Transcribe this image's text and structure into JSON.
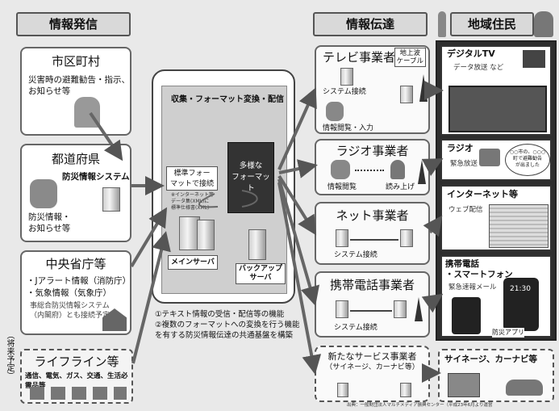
{
  "headers": {
    "sender": "情報発信",
    "transmission": "情報伝達",
    "residents": "地域住民"
  },
  "municipality": {
    "title": "市区町村",
    "text": "災害時の避難勧告・指示、\nお知らせ等"
  },
  "prefecture": {
    "title": "都道府県",
    "system": "防災情報システム",
    "text": "防災情報・\nお知らせ等"
  },
  "ministry": {
    "title": "中央省庁等",
    "items": [
      "・Jアラート情報（消防庁）",
      "・気象情報（気象庁）"
    ],
    "note": "事総合防災情報システム\n（内閣府）とも接続予定"
  },
  "lifeline": {
    "title": "ライフライン等",
    "text": "通信、電気、ガス、交通、生活必需品等"
  },
  "future_label": "（将来予定）",
  "hub": {
    "title": "収集・フォーマット変換・配信",
    "standard": "標準フォー\nマットで接続",
    "standard_note": "※インターネット等\nデータ集(XML)に\n標準仕様書(XML)",
    "multi": "多様な\nフォーマット",
    "main_server": "メインサーバ",
    "backup_server": "バックアップ\nサーバ",
    "notes": [
      "①テキスト情報の受信・配信等の機能",
      "②複数のフォーマットへの変換を行う機能",
      "を有する防災情報伝達の共通基盤を構築"
    ]
  },
  "carriers": {
    "tv": {
      "title": "テレビ事業者",
      "tag": "地上波\nケーブル",
      "system": "システム接続",
      "action": "情報閲覧・入力"
    },
    "radio": {
      "title": "ラジオ事業者",
      "view": "情報閲覧",
      "read": "読み上げ"
    },
    "net": {
      "title": "ネット事業者",
      "system": "システム接続"
    },
    "mobile": {
      "title": "携帯電話事業者",
      "system": "システム接続"
    },
    "new": {
      "title": "新たなサービス事業者",
      "sub": "（サイネージ、カーナビ等）"
    }
  },
  "residents": {
    "tv": {
      "title": "デジタルTV",
      "sub": "データ放送 など"
    },
    "radio": {
      "title": "ラジオ",
      "sub": "緊急放送",
      "bubble": "○○市の、○○○\n町で避難勧告\nが出ました"
    },
    "internet": {
      "title": "インターネット等",
      "sub": "ウェブ配信"
    },
    "mobile": {
      "title": "携帯電話\n・スマートフォン",
      "sub": "緊急速報メール",
      "time": "21:30",
      "caption": "防災アプリ"
    },
    "signage": {
      "title": "サイネージ、カーナビ等"
    }
  },
  "credit": "出典：一般財団法人マルチメディア振興センター（平成23年6月より運営"
}
